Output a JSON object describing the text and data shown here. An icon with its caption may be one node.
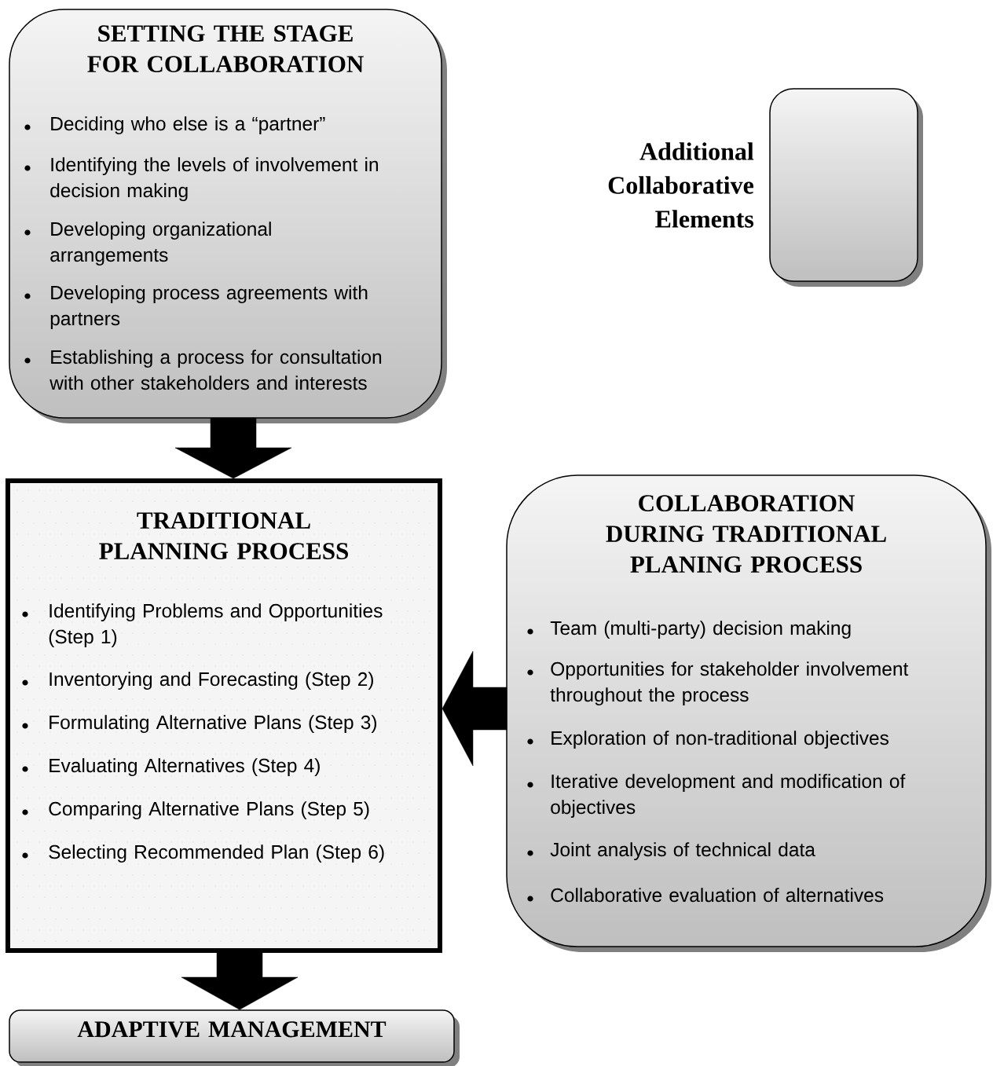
{
  "diagram": {
    "nodes": [
      {
        "text": [
          "SETTING THE STAGE FOR COLLABORATION",
          "Deciding who else is a “partner”",
          "Identifying the levels of involvement in decision making",
          "Developing organizational arrangements",
          "Developing process agreements with partners",
          "Establishing a process for consultation with other stakeholders and interests"
        ]
      },
      {
        "text": [],
        "shape": "box",
        "beside": [
          "Additional Collaborative Elements"
        ]
      },
      {
        "text": [
          "TRADITIONAL PLANNING PROCESS",
          "Identifying Problems and Opportunities (Step 1)",
          "Inventorying and Forecasting (Step 2)",
          "Formulating Alternative Plans (Step 3)",
          "Evaluating Alternatives (Step 4)",
          "Comparing Alternative Plans (Step 5)",
          "Selecting Recommended Plan (Step 6)"
        ]
      },
      {
        "text": [
          "COLLABORATION DURING TRADITIONAL PLANING PROCESS",
          "Team (multi-party) decision making",
          "Opportunities for stakeholder involvement throughout the process",
          "Exploration of non-traditional objectives",
          "Iterative development and modification of objectives",
          "Joint analysis of technical data",
          "Collaborative evaluation of alternatives"
        ]
      },
      {
        "text": [
          "ADAPTIVE MANAGEMENT"
        ]
      }
    ],
    "edges": [
      {
        "from": 0,
        "to": 2,
        "arrow": "to"
      },
      {
        "from": 3,
        "to": 2,
        "arrow": "to"
      },
      {
        "from": 2,
        "to": 4,
        "arrow": "to"
      }
    ]
  }
}
